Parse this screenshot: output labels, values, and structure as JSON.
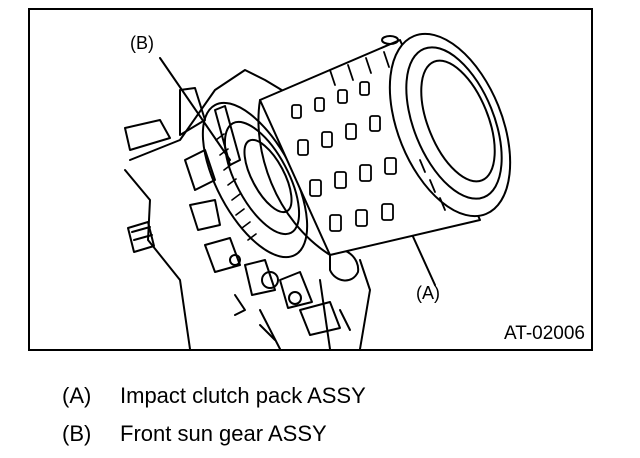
{
  "figure": {
    "callouts": {
      "b": "(B)",
      "a": "(A)"
    },
    "figure_id": "AT-02006"
  },
  "legend": [
    {
      "key": "(A)",
      "text": "Impact clutch pack ASSY"
    },
    {
      "key": "(B)",
      "text": "Front sun gear ASSY"
    }
  ]
}
